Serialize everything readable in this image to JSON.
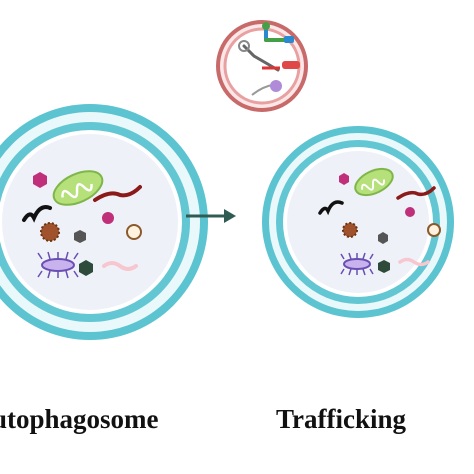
{
  "labels": {
    "left": "utophagosome",
    "right": "Trafficking"
  },
  "colors": {
    "outer_ring": "#59c2cf",
    "ring_gap": "#e8f7f9",
    "inner_ring": "#6ecdd8",
    "lumen": "#eef1f8",
    "arrow": "#2f5b53",
    "lysosome_ring": "#c96a6a",
    "lysosome_fill": "#fbe7e7"
  },
  "icons": [
    "autophagosome-double-membrane",
    "mitochondrion-icon",
    "bacterium-icon",
    "protein-aggregate-icon",
    "lysosome-icon",
    "transition-arrow-icon"
  ]
}
